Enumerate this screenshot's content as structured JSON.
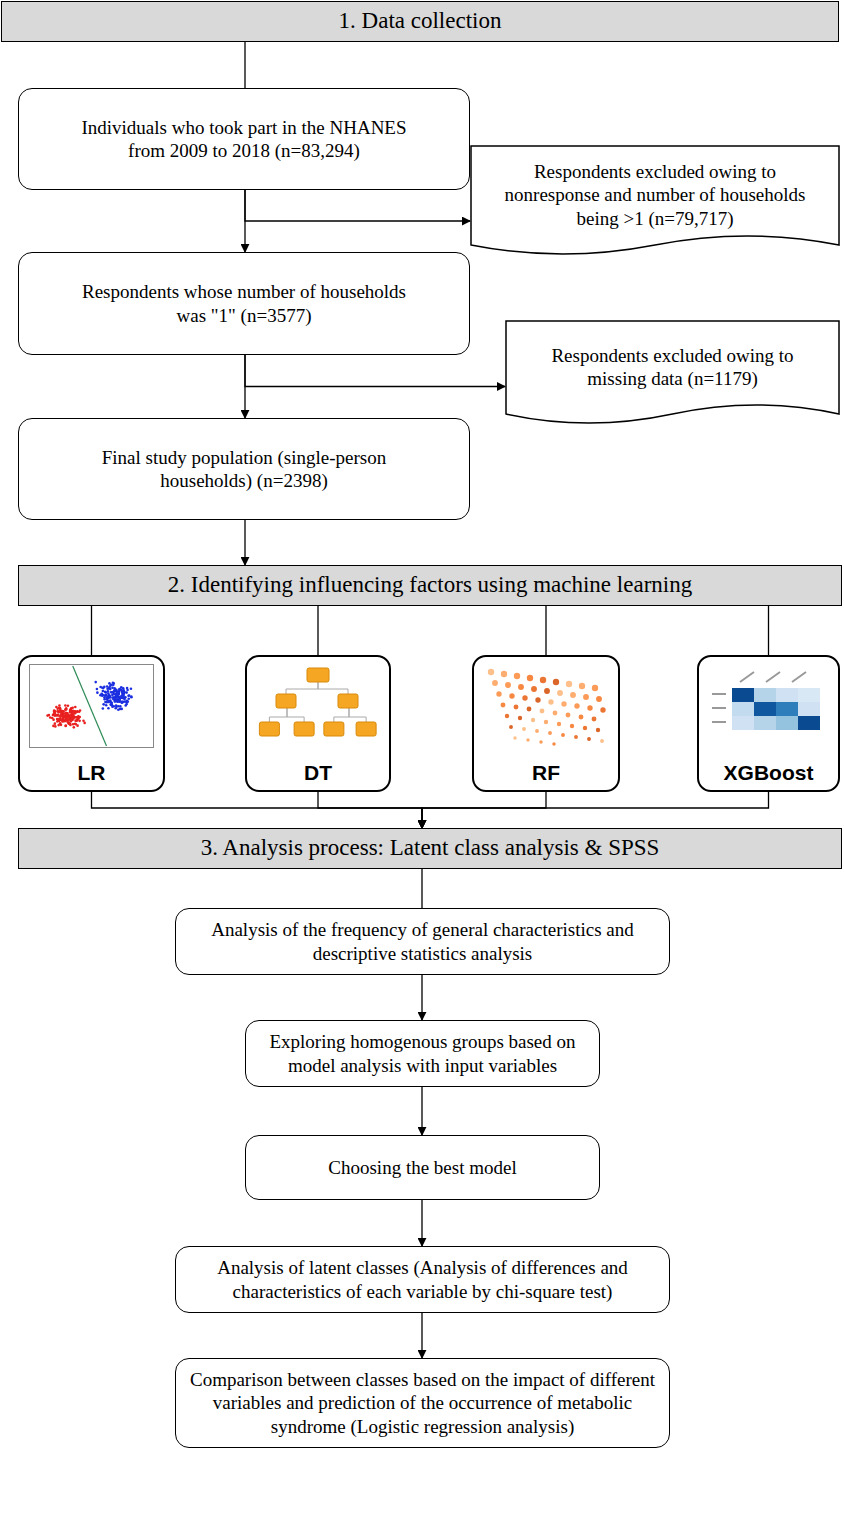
{
  "diagram": {
    "nodes": [
      {
        "text": [
          "1. Data collection"
        ]
      },
      {
        "text": [
          "Individuals who took part in the NHANES from 2009 to 2018 (n=83,294)"
        ]
      },
      {
        "text": [
          "Respondents excluded owing to nonresponse and number of households being >1 (n=79,717)"
        ]
      },
      {
        "text": [
          "Respondents whose number of households was \"1\" (n=3577)"
        ]
      },
      {
        "text": [
          "Respondents excluded owing to missing data (n=1179)"
        ]
      },
      {
        "text": [
          "Final study population (single-person households) (n=2398)"
        ]
      },
      {
        "text": [
          "2. Identifying influencing factors using machine learning"
        ]
      },
      {
        "text": [
          "LR"
        ]
      },
      {
        "text": [
          "DT"
        ]
      },
      {
        "text": [
          "RF"
        ]
      },
      {
        "text": [
          "XGBoost"
        ]
      },
      {
        "text": [
          "3. Analysis process:  Latent class analysis & SPSS"
        ]
      },
      {
        "text": [
          "Analysis of the frequency of general characteristics and descriptive statistics analysis"
        ]
      },
      {
        "text": [
          "Exploring homogenous groups based on model analysis with input variables"
        ]
      },
      {
        "text": [
          "Choosing the best model"
        ]
      },
      {
        "text": [
          "Analysis of latent classes (Analysis of differences and characteristics of each variable by chi-square test)"
        ]
      },
      {
        "text": [
          "Comparison between classes based on the impact of different variables and prediction of the occurrence of metabolic syndrome (Logistic regression analysis)"
        ]
      }
    ],
    "edges": [
      {
        "from": 0,
        "to": 1,
        "arrow": "none"
      },
      {
        "from": 1,
        "to": 3,
        "arrow": "to"
      },
      {
        "from": 1,
        "to": 2,
        "arrow": "to"
      },
      {
        "from": 3,
        "to": 5,
        "arrow": "to"
      },
      {
        "from": 3,
        "to": 4,
        "arrow": "to"
      },
      {
        "from": 5,
        "to": 6,
        "arrow": "to"
      },
      {
        "from": 6,
        "to": 7,
        "arrow": "none"
      },
      {
        "from": 6,
        "to": 8,
        "arrow": "none"
      },
      {
        "from": 6,
        "to": 9,
        "arrow": "none"
      },
      {
        "from": 6,
        "to": 10,
        "arrow": "none"
      },
      {
        "from": 7,
        "to": 11,
        "arrow": "to"
      },
      {
        "from": 8,
        "to": 11,
        "arrow": "to"
      },
      {
        "from": 9,
        "to": 11,
        "arrow": "to"
      },
      {
        "from": 10,
        "to": 11,
        "arrow": "to"
      },
      {
        "from": 11,
        "to": 12,
        "arrow": "none"
      },
      {
        "from": 12,
        "to": 13,
        "arrow": "to"
      },
      {
        "from": 13,
        "to": 14,
        "arrow": "to"
      },
      {
        "from": 14,
        "to": 15,
        "arrow": "to"
      },
      {
        "from": 15,
        "to": 16,
        "arrow": "to"
      }
    ]
  }
}
